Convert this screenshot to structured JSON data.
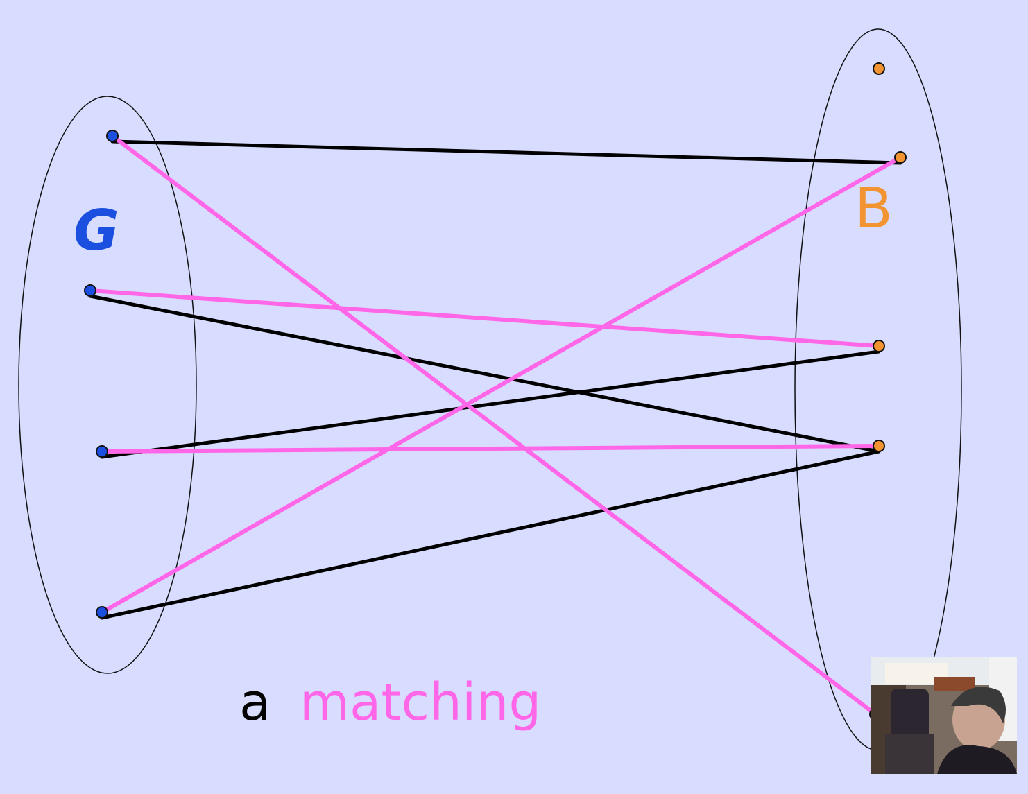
{
  "labels": {
    "set_left": "G",
    "set_right": "B",
    "caption_prefix": "a",
    "caption_word": "matching"
  },
  "colors": {
    "background": "#d8ddff",
    "left_set": "#1a4fe0",
    "right_set": "#f39433",
    "edge": "#000000",
    "matching_edge": "#ff66e8",
    "caption_prefix": "#000000",
    "caption_word": "#ff66e8"
  },
  "graph": {
    "left_vertices": [
      "g1",
      "g2",
      "g3",
      "g4"
    ],
    "right_vertices": [
      "b1",
      "b2",
      "b3",
      "b4",
      "b5"
    ],
    "edges": [
      {
        "from": "g1",
        "to": "b2",
        "matching": false
      },
      {
        "from": "g2",
        "to": "b4",
        "matching": false
      },
      {
        "from": "g3",
        "to": "b3",
        "matching": false
      },
      {
        "from": "g4",
        "to": "b4",
        "matching": false
      },
      {
        "from": "g1",
        "to": "b5",
        "matching": true
      },
      {
        "from": "g2",
        "to": "b3",
        "matching": true
      },
      {
        "from": "g3",
        "to": "b4",
        "matching": true
      },
      {
        "from": "g4",
        "to": "b2",
        "matching": true
      }
    ]
  },
  "webcam": {
    "icon": "presenter-webcam"
  }
}
